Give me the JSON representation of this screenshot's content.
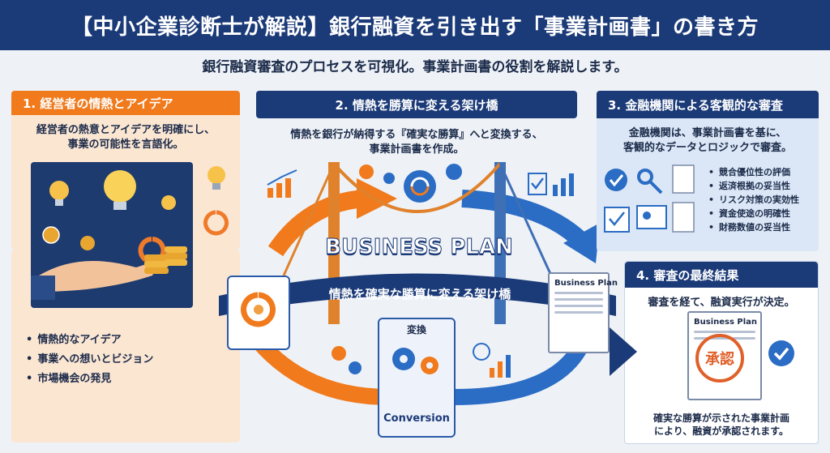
{
  "header": {
    "title": "【中小企業診断士が解説】銀行融資を引き出す「事業計画書」の書き方"
  },
  "subtitle": "銀行融資審査のプロセスを可視化。事業計画書の役割を解説します。",
  "panel1": {
    "heading": "1. 経営者の情熱とアイデア",
    "desc_line1": "経営者の熱意とアイデアを明確にし、",
    "desc_line2": "事業の可能性を言語化。",
    "bullets": [
      "情熱的なアイデア",
      "事業への想いとビジョン",
      "市場機会の発見"
    ]
  },
  "panel2": {
    "heading": "2. 情熱を勝算に変える架け橋",
    "desc_line1": "情熱を銀行が納得する『確実な勝算』へと変換する、",
    "desc_line2": "事業計画書を作成。",
    "bridge_title": "BUSINESS PLAN",
    "bridge_banner": "情熱を確実な勝算に変える架け橋",
    "convert_label": "変換",
    "conversion_label": "Conversion",
    "doc_title": "Business Plan"
  },
  "panel3": {
    "heading": "3. 金融機関による客観的な審査",
    "desc_line1": "金融機関は、事業計画書を基に、",
    "desc_line2": "客観的なデータとロジックで審査。",
    "checks": [
      "競合優位性の評価",
      "返済根拠の妥当性",
      "リスク対策の実効性",
      "資金使途の明確性",
      "財務数値の妥当性"
    ]
  },
  "panel4": {
    "heading": "4. 審査の最終結果",
    "desc": "審査を経て、融資実行が決定。",
    "doc_title": "Business Plan",
    "stamp": "承認",
    "footer_line1": "確実な勝算が示された事業計画",
    "footer_line2": "により、融資が承認されます。"
  },
  "colors": {
    "navy": "#1b3a78",
    "orange": "#f07a1c",
    "blue": "#2b6cc4",
    "panel_bg": "#fbe6d2",
    "panel_blue_bg": "#dbe7f6"
  }
}
